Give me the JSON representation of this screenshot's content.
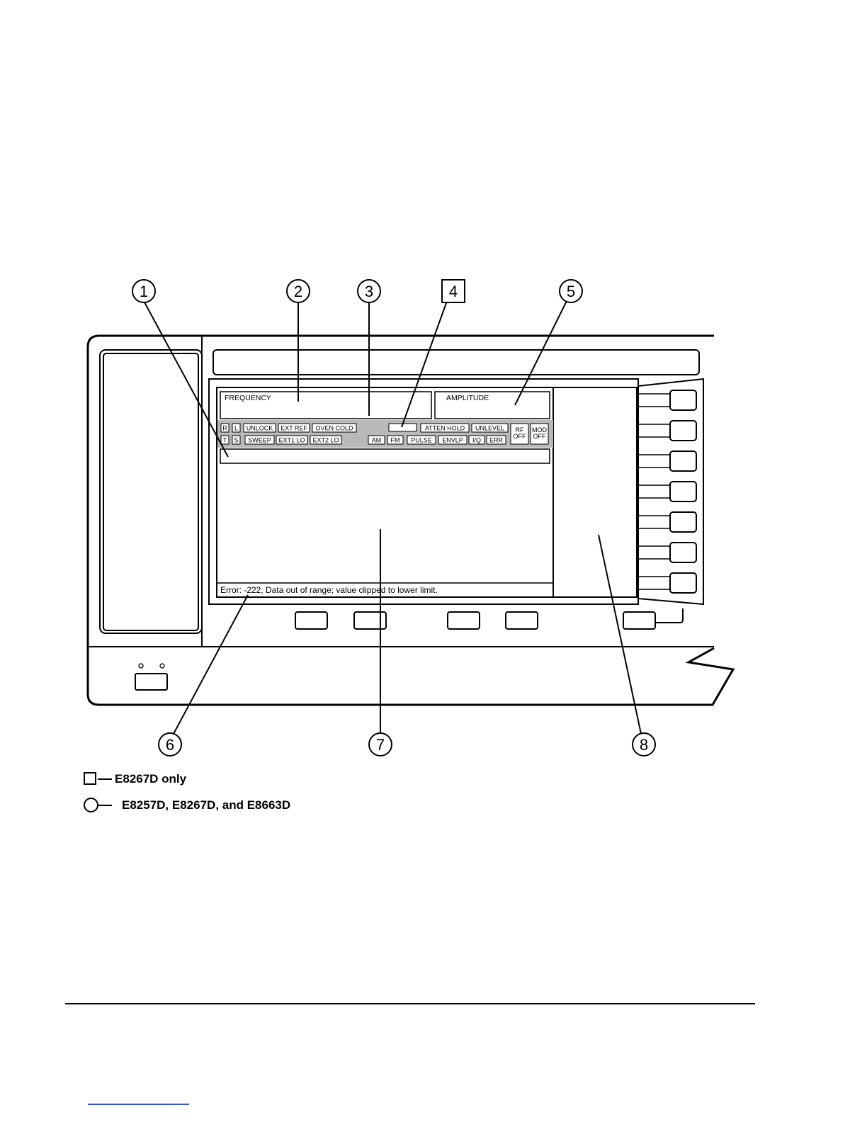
{
  "display": {
    "frequency_label": "FREQUENCY",
    "amplitude_label": "AMPLITUDE",
    "status_row1": [
      "R",
      "L",
      "UNLOCK",
      "EXT REF",
      "OVEN COLD",
      "ATTEN HOLD",
      "UNLEVEL"
    ],
    "status_row2": [
      "T",
      "S",
      "SWEEP",
      "EXT1 LO",
      "EXT2 LO",
      "AM",
      "FM",
      "PULSE",
      "ENVLP",
      "I/Q",
      "ERR"
    ],
    "rf_off": [
      "RF",
      "OFF"
    ],
    "mod_off": [
      "MOD",
      "OFF"
    ],
    "error_message": "Error: -222, Data out of range;  value clipped to lower limit."
  },
  "callouts": [
    "1",
    "2",
    "3",
    "4",
    "5",
    "6",
    "7",
    "8"
  ],
  "legend": {
    "square_label": "E8267D only",
    "circle_label": "E8257D, E8267D, and E8663D"
  }
}
